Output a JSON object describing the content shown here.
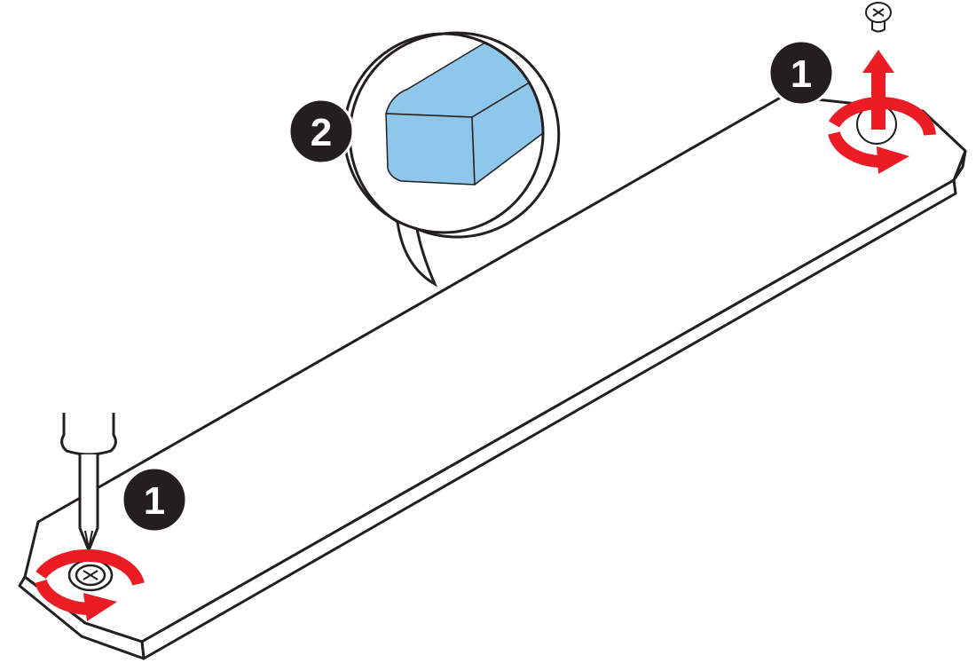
{
  "steps": {
    "step1_left": "1",
    "step1_right": "1",
    "step2": "2"
  },
  "colors": {
    "line": "#231f20",
    "badge": "#231f20",
    "arrow_red": "#ec1c24",
    "pad_blue": "#8ec7ea",
    "background": "#ffffff"
  },
  "icons": {
    "screw": "screw-icon",
    "screwdriver": "screwdriver-icon",
    "rotate_arrow": "rotate-arrow-icon",
    "lift_arrow": "up-arrow-icon",
    "thermal_pad": "thermal-pad-icon"
  }
}
